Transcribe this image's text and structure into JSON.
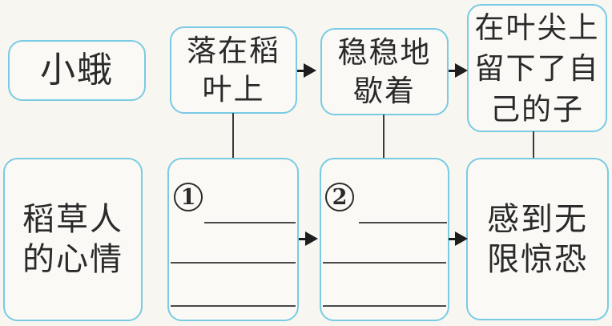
{
  "page": {
    "background_color": "#f8f6f1",
    "box_border_color": "#79cbe3",
    "text_color": "#2a2a2a",
    "arrow_color": "#1d1d1d",
    "blank_line_color": "#4a4a4a"
  },
  "diagram": {
    "row_top": {
      "subject": "小蛾",
      "steps": [
        {
          "lines": [
            "落在稻",
            "叶上"
          ]
        },
        {
          "lines": [
            "稳稳地",
            "歇着"
          ]
        },
        {
          "lines": [
            "在叶尖上",
            "留下了自",
            "己的子"
          ]
        }
      ]
    },
    "row_bottom": {
      "subject_lines": [
        "稻草人",
        "的心情"
      ],
      "blank_1_number": "1",
      "blank_2_number": "2",
      "result_lines": [
        "感到无",
        "限惊恐"
      ]
    }
  }
}
